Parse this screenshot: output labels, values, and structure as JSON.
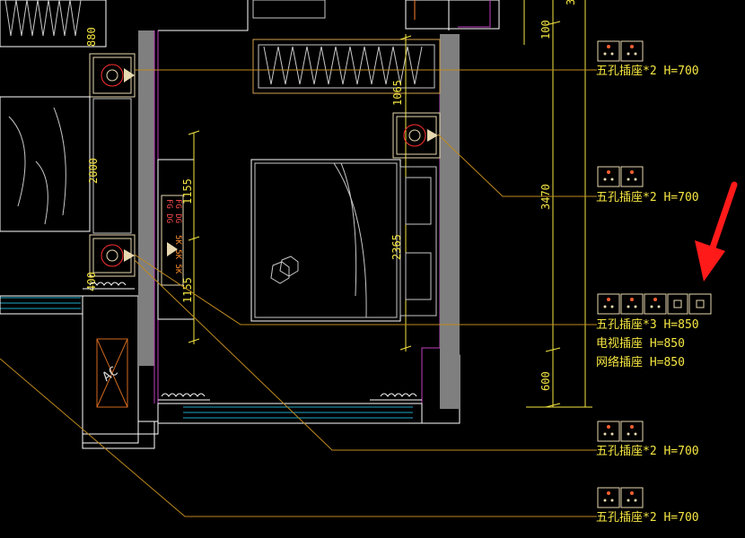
{
  "colors": {
    "background": "#000000",
    "wall": "#ffffff",
    "gray_wall": "#7f7f7f",
    "dimension": "#f5e642",
    "annotation_text": "#f5e642",
    "leader_line": "#c08a1e",
    "furniture": "#c8c8c8",
    "outlet_box": "#e8d9b0",
    "window": "#1ea8c8",
    "accent_magenta": "#c040c0",
    "red_arrow": "#ff1a1a",
    "ac_box": "#d2691e"
  },
  "dimensions": {
    "wardrobe_left_top": "880",
    "bed_left_length": "2000",
    "nightstand_left": "400",
    "bed_main_width": "2365",
    "wardrobe_right_depth": "1065",
    "column_upper": "1155",
    "column_lower": "1155",
    "wall_height_total": "3470",
    "top_offset": "100",
    "bottom_offset": "600",
    "top_right_partial": "3"
  },
  "annotations": [
    {
      "icon": "five-hole-outlet-pair-icon",
      "lines": [
        "五孔插座*2 H=700"
      ]
    },
    {
      "icon": "five-hole-outlet-pair-icon",
      "lines": [
        "五孔插座*2 H=700"
      ]
    },
    {
      "icon": "outlet-strip-with-tv-network-icon",
      "lines": [
        "五孔插座*3 H=850",
        "电视插座 H=850",
        "网络插座 H=850"
      ]
    },
    {
      "icon": "five-hole-outlet-pair-icon",
      "lines": [
        "五孔插座*2 H=700"
      ]
    },
    {
      "icon": "five-hole-outlet-pair-icon",
      "lines": [
        "五孔插座*2 H=700"
      ]
    }
  ],
  "equipment": {
    "ac_label": "AC",
    "vertical_labels": [
      "FG DG",
      "FG DG",
      "5K 5K 5K"
    ]
  },
  "highlight": {
    "icon": "red-arrow-icon"
  }
}
